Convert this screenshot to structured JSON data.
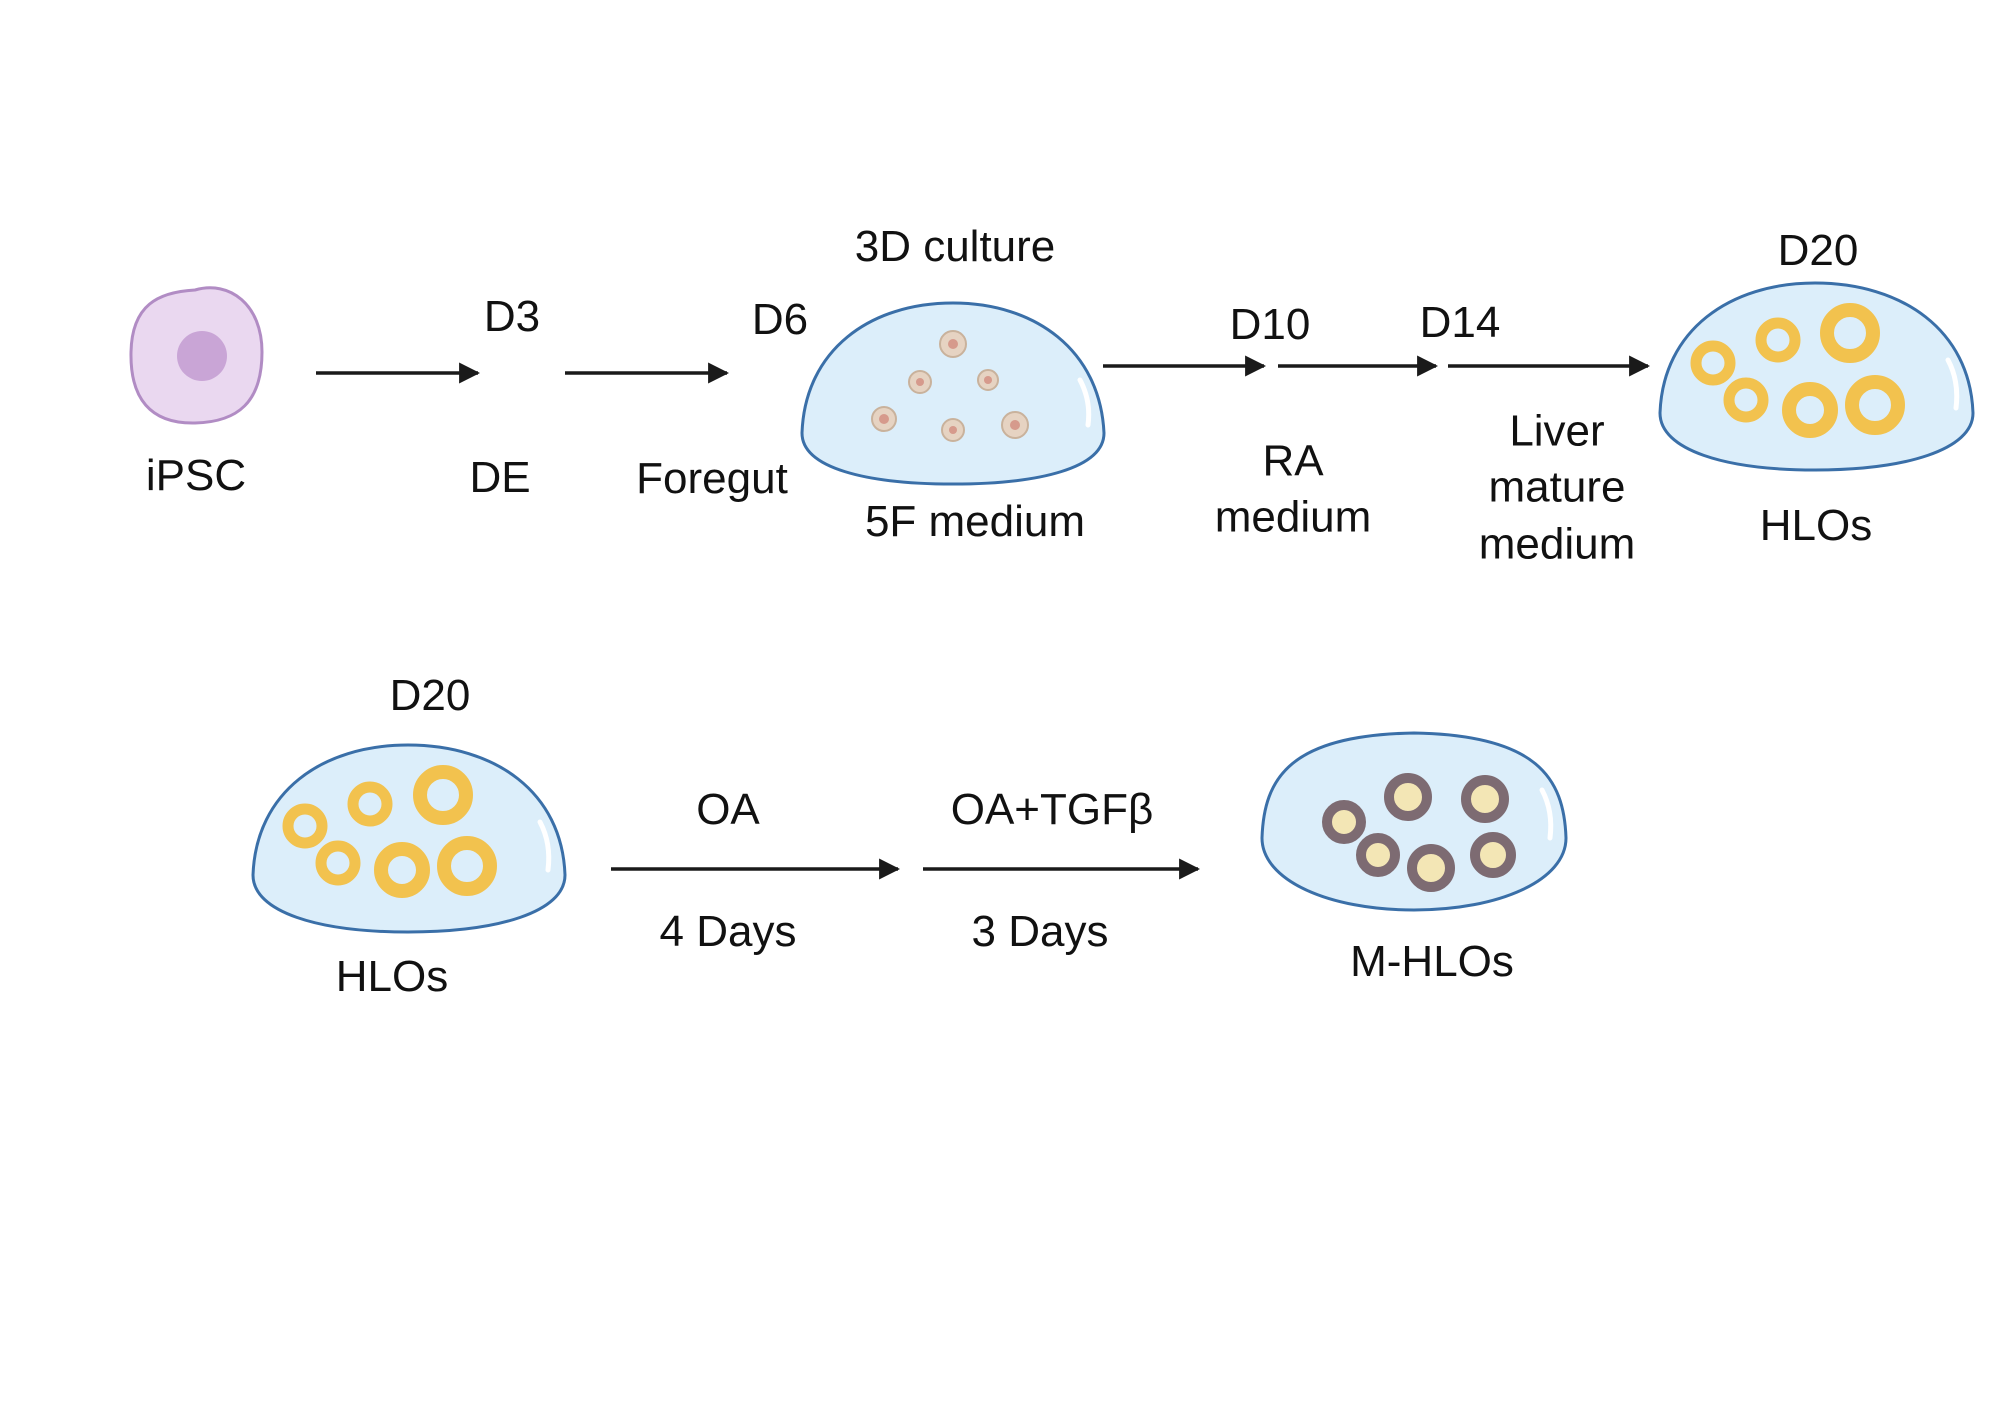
{
  "row1": {
    "ipsc": "iPSC",
    "d3": "D3",
    "de": "DE",
    "d6": "D6",
    "foregut": "Foregut",
    "culture_3d": "3D culture",
    "medium_5f": "5F medium",
    "d10": "D10",
    "ra_medium": "RA\nmedium",
    "d14": "D14",
    "liver_medium": "Liver\nmature\nmedium",
    "d20": "D20",
    "hlos": "HLOs"
  },
  "row2": {
    "d20": "D20",
    "hlos": "HLOs",
    "oa": "OA",
    "four_days": "4 Days",
    "oa_tgfb": "OA+TGFβ",
    "three_days": "3 Days",
    "m_hlos": "M-HLOs"
  },
  "colors": {
    "dome_fill": "#dceefa",
    "dome_stroke": "#3a6fa8",
    "cell_fill": "#ead8f0",
    "cell_stroke": "#b18cc4",
    "nucleus": "#c9a5d6",
    "organoid_yellow": "#f2c24e",
    "organoid_inner": "#fff6d8",
    "organoid_brown": "#7d6b72",
    "arrow": "#1a1a1a"
  }
}
